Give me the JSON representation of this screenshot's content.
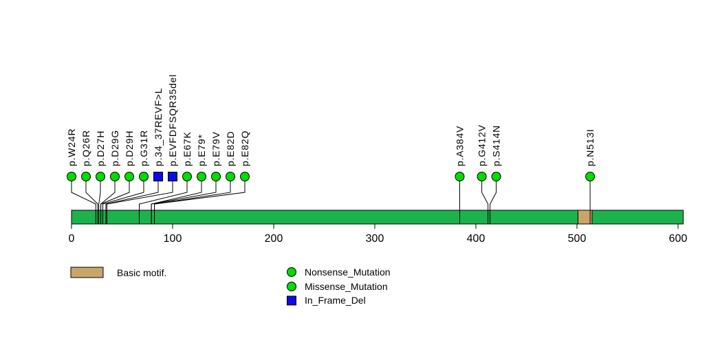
{
  "chart_data": {
    "type": "lollipop",
    "axis": {
      "ticks": [
        0,
        100,
        200,
        300,
        400,
        500,
        600
      ],
      "max_tick": 600
    },
    "protein_length": 605,
    "backbone_color": "#1CB24C",
    "domains": [
      {
        "name": "Basic motif.",
        "start": 501,
        "end": 515,
        "color": "#C8A66A"
      }
    ],
    "type_styles": {
      "Nonsense_Mutation": {
        "shape": "circle",
        "color": "#00DC00"
      },
      "Missense_Mutation": {
        "shape": "circle",
        "color": "#00DC00"
      },
      "In_Frame_Del": {
        "shape": "square",
        "color": "#0B0BE6"
      }
    },
    "mutations": [
      {
        "label": "p.W24R",
        "pos": 24,
        "type": "Missense_Mutation"
      },
      {
        "label": "p.Q26R",
        "pos": 26,
        "type": "Missense_Mutation"
      },
      {
        "label": "p.D27H",
        "pos": 27,
        "type": "Missense_Mutation"
      },
      {
        "label": "p.D29G",
        "pos": 29,
        "type": "Missense_Mutation"
      },
      {
        "label": "p.D29H",
        "pos": 29,
        "type": "Missense_Mutation"
      },
      {
        "label": "p.G31R",
        "pos": 31,
        "type": "Missense_Mutation"
      },
      {
        "label": "p.34_37REVF>L",
        "pos": 34,
        "type": "In_Frame_Del"
      },
      {
        "label": "p.EVFDFSQR35del",
        "pos": 35,
        "type": "In_Frame_Del"
      },
      {
        "label": "p.E67K",
        "pos": 67,
        "type": "Missense_Mutation"
      },
      {
        "label": "p.E79*",
        "pos": 79,
        "type": "Nonsense_Mutation"
      },
      {
        "label": "p.E79V",
        "pos": 79,
        "type": "Missense_Mutation"
      },
      {
        "label": "p.E82D",
        "pos": 82,
        "type": "Missense_Mutation"
      },
      {
        "label": "p.E82Q",
        "pos": 82,
        "type": "Missense_Mutation"
      },
      {
        "label": "p.A384V",
        "pos": 384,
        "type": "Missense_Mutation"
      },
      {
        "label": "p.G412V",
        "pos": 412,
        "type": "Missense_Mutation"
      },
      {
        "label": "p.S414N",
        "pos": 414,
        "type": "Missense_Mutation"
      },
      {
        "label": "p.N513I",
        "pos": 513,
        "type": "Missense_Mutation"
      }
    ],
    "legend": {
      "domain_label": "Basic motif.",
      "domain_color": "#C8A66A",
      "mutation_types": [
        {
          "label": "Nonsense_Mutation",
          "shape": "circle",
          "color": "#00DC00"
        },
        {
          "label": "Missense_Mutation",
          "shape": "circle",
          "color": "#00DC00"
        },
        {
          "label": "In_Frame_Del",
          "shape": "square",
          "color": "#0B0BE6"
        }
      ]
    }
  }
}
